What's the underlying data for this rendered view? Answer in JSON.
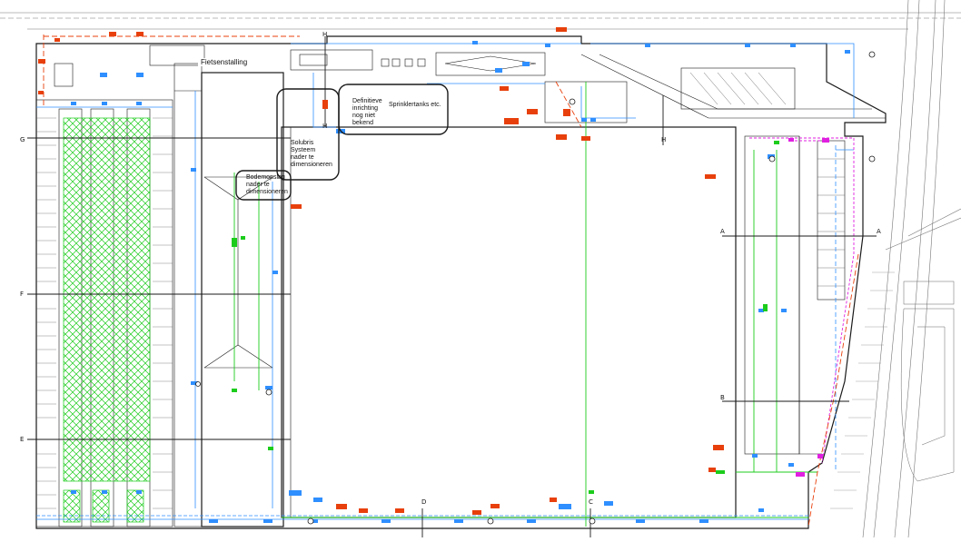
{
  "labels": {
    "bike_shed": "Fietsenstalling",
    "definitive_install": "Definitieve\ninrichting\nnog niet\nbekend",
    "sprinkler": "Sprinklertanks etc.",
    "solubris": "Solubris\nSysteem\nnader te\ndimensioneren",
    "buffer": "Bodemopslag\nnader te\ndimensioneren"
  },
  "axes": {
    "g": "G",
    "f": "F",
    "e": "E",
    "a_left": "A",
    "a_right": "A",
    "b_left": "B",
    "c": "C",
    "d": "D",
    "h1": "H",
    "h2": "H",
    "h3": "H"
  },
  "colors": {
    "line": "#1a1a1a",
    "water": "#2f8fff",
    "fire": "#e8400c",
    "green": "#1ccc1c",
    "magenta": "#e020e0",
    "grid_gray": "#888888"
  }
}
